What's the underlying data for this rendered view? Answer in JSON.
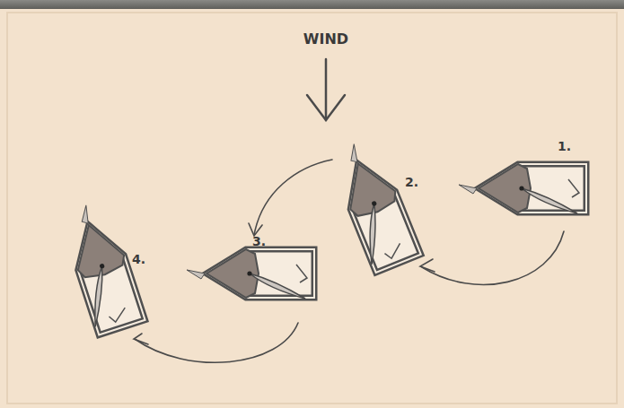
{
  "diagram": {
    "labels": [
      "WIND",
      "1.",
      "2.",
      "3.",
      "4."
    ]
  }
}
